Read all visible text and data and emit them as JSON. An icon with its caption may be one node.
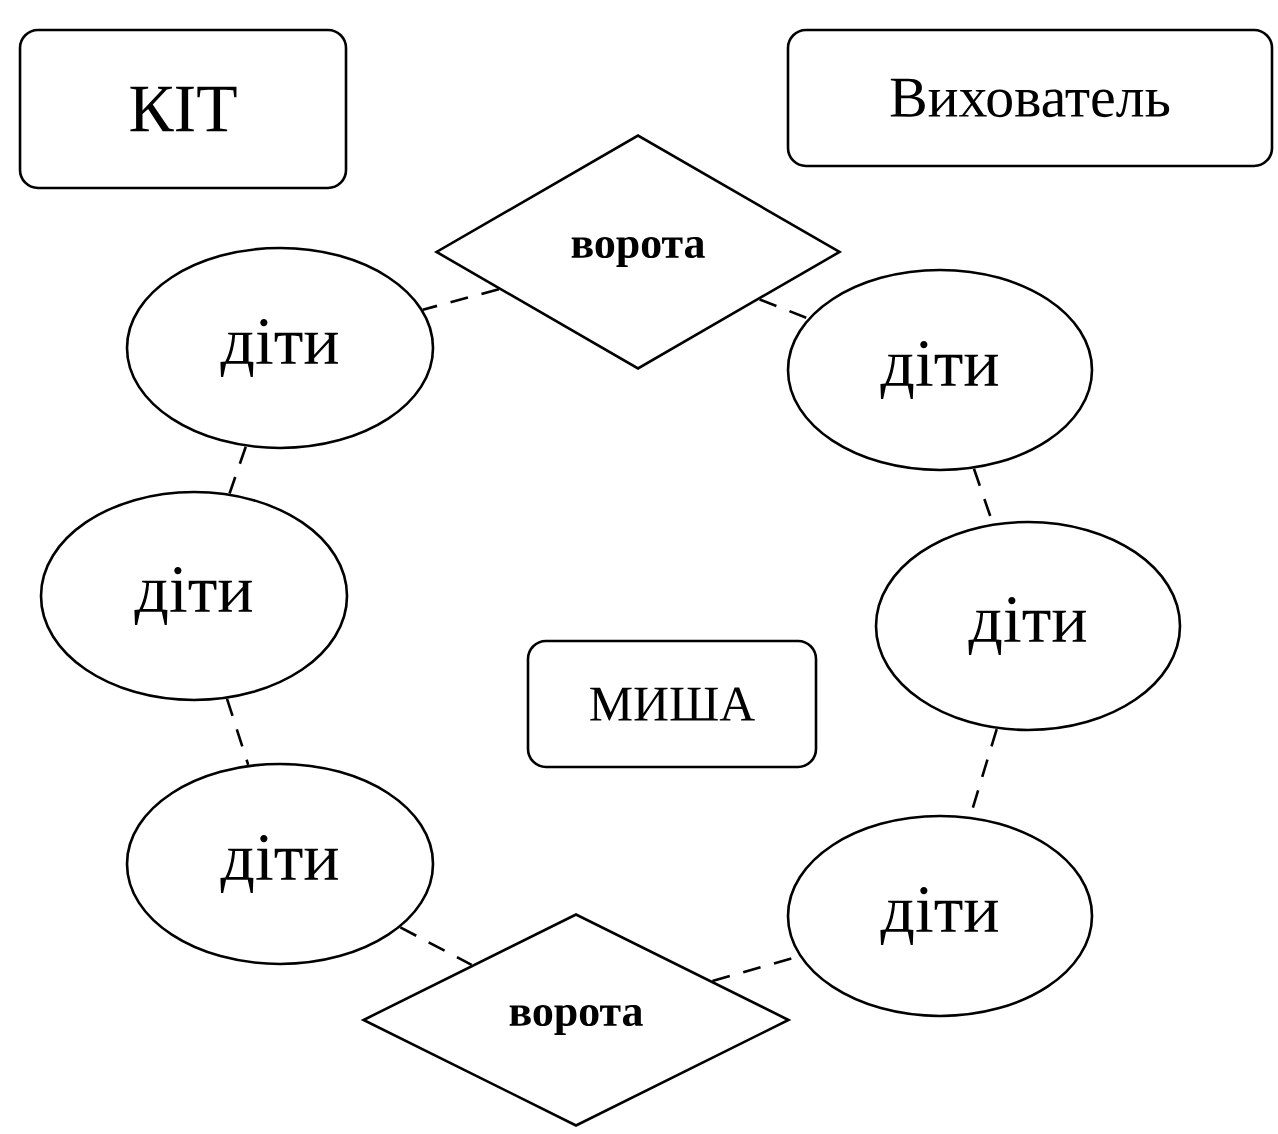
{
  "diagram": {
    "nodes": [
      {
        "text": [
          "КІТ"
        ]
      },
      {
        "text": [
          "Вихователь"
        ]
      },
      {
        "text": [
          "ворота"
        ]
      },
      {
        "text": [
          "діти"
        ]
      },
      {
        "text": [
          "діти"
        ]
      },
      {
        "text": [
          "діти"
        ]
      },
      {
        "text": [
          "діти"
        ]
      },
      {
        "text": [
          "МИША"
        ]
      },
      {
        "text": [
          "діти"
        ]
      },
      {
        "text": [
          "діти"
        ]
      },
      {
        "text": [
          "ворота"
        ]
      }
    ],
    "edges": [
      {
        "from": 2,
        "to": 3,
        "arrow": "none",
        "style": "dashed"
      },
      {
        "from": 2,
        "to": 4,
        "arrow": "none",
        "style": "dashed"
      },
      {
        "from": 3,
        "to": 5,
        "arrow": "none",
        "style": "dashed"
      },
      {
        "from": 4,
        "to": 6,
        "arrow": "none",
        "style": "dashed"
      },
      {
        "from": 5,
        "to": 8,
        "arrow": "none",
        "style": "dashed"
      },
      {
        "from": 6,
        "to": 9,
        "arrow": "none",
        "style": "dashed"
      },
      {
        "from": 8,
        "to": 10,
        "arrow": "none",
        "style": "dashed"
      },
      {
        "from": 10,
        "to": 9,
        "arrow": "none",
        "style": "dashed"
      }
    ]
  }
}
